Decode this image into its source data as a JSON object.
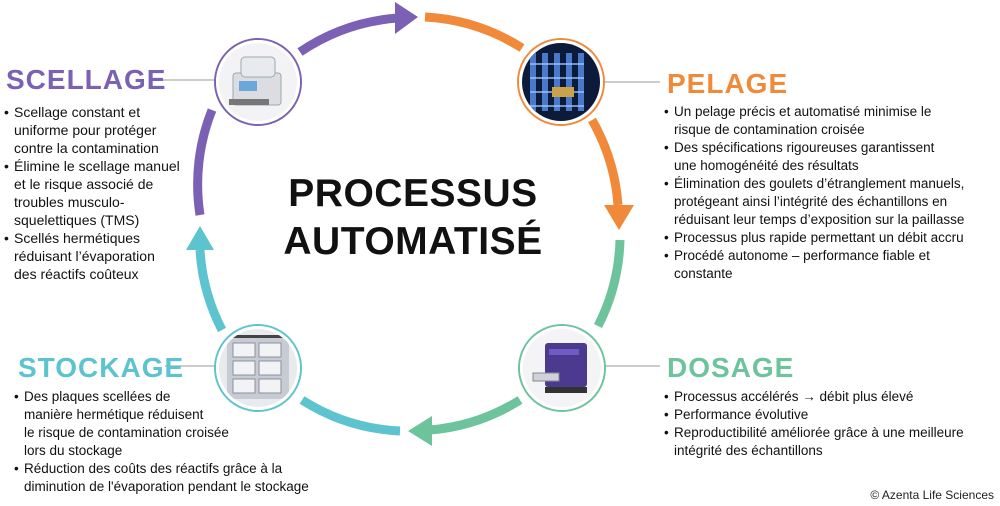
{
  "title": {
    "line1": "PROCESSUS",
    "line2": "AUTOMATISÉ"
  },
  "colors": {
    "scellage": "#7b61b3",
    "pelage": "#f08a3a",
    "dosage": "#6cc39c",
    "stockage": "#5cc3cf"
  },
  "sections": {
    "scellage": {
      "heading": "SCELLAGE",
      "image_icon": "plate-sealer-icon",
      "bullets": [
        "Scellage constant et\nuniforme pour protéger\ncontre la contamination",
        "Élimine le scellage manuel\net le risque associé de\ntroubles musculo-\nsquelettiques (TMS)",
        "Scellés hermétiques\nréduisant l’évaporation\ndes réactifs coûteux"
      ]
    },
    "pelage": {
      "heading": "PELAGE",
      "image_icon": "automated-storage-icon",
      "bullets": [
        "Un pelage précis et automatisé minimise le\nrisque de contamination croisée",
        "Des spécifications rigoureuses garantissent\nune homogénéité des résultats",
        "Élimination des goulets d’étranglement manuels,\nprotégeant ainsi l’intégrité des échantillons en\nréduisant leur temps d’exposition sur la paillasse",
        "Processus plus rapide permettant un débit accru",
        "Procédé autonome – performance fiable et\nconstante"
      ]
    },
    "dosage": {
      "heading": "DOSAGE",
      "image_icon": "plate-reader-icon",
      "bullets": [
        "Processus accélérés → débit plus élevé",
        "Performance évolutive",
        "Reproductibilité améliorée grâce à une meilleure\nintégrité des échantillons"
      ]
    },
    "stockage": {
      "heading": "STOCKAGE",
      "image_icon": "plate-storage-icon",
      "bullets": [
        "Des plaques scellées de\nmanière hermétique réduisent\nle risque de contamination croisée\nlors du stockage",
        "Réduction des coûts des réactifs grâce à la\ndiminution de l'évaporation pendant le stockage"
      ]
    }
  },
  "copyright": "© Azenta Life Sciences"
}
